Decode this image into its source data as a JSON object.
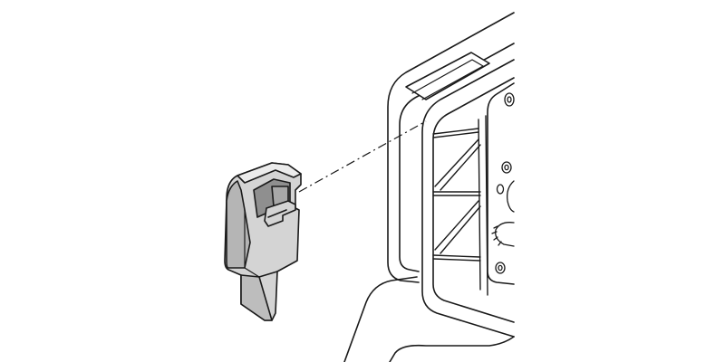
{
  "colors": {
    "background": "#ffffff",
    "line": "#1a1a1a",
    "part_fill": "#d4d4d4",
    "part_shade": "#b5b5b5",
    "part_dark": "#8f8f8f"
  },
  "parts": {
    "clip": {
      "label": "",
      "icon": "clip-cover-part"
    },
    "housing": {
      "label": "",
      "icon": "device-housing"
    },
    "leader": {
      "style": "dash-dot"
    }
  }
}
